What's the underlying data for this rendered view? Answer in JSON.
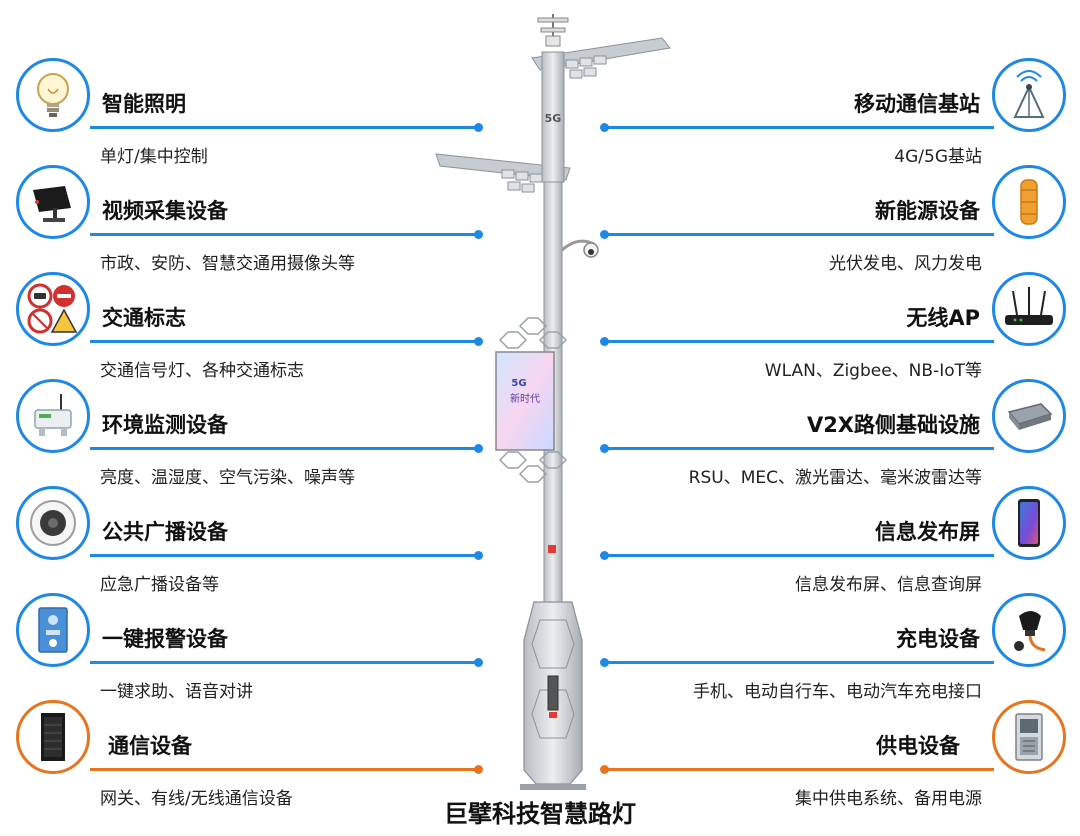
{
  "features": [
    {
      "id": "lighting",
      "side": "left",
      "color": "blue",
      "icon": "lightbulb-icon",
      "title": "智能照明",
      "subtitle": "单灯/集中控制"
    },
    {
      "id": "camera",
      "side": "left",
      "color": "blue",
      "icon": "camera-icon",
      "title": "视频采集设备",
      "subtitle": "市政、安防、智慧交通用摄像头等"
    },
    {
      "id": "traffic-sign",
      "side": "left",
      "color": "blue",
      "icon": "traffic-sign-icon",
      "title": "交通标志",
      "subtitle": "交通信号灯、各种交通标志"
    },
    {
      "id": "environment",
      "side": "left",
      "color": "blue",
      "icon": "sensor-icon",
      "title": "环境监测设备",
      "subtitle": "亮度、温湿度、空气污染、噪声等"
    },
    {
      "id": "broadcast",
      "side": "left",
      "color": "blue",
      "icon": "speaker-icon",
      "title": "公共广播设备",
      "subtitle": "应急广播设备等"
    },
    {
      "id": "alarm",
      "side": "left",
      "color": "blue",
      "icon": "alarm-panel-icon",
      "title": "一键报警设备",
      "subtitle": "一键求助、语音对讲"
    },
    {
      "id": "communication",
      "side": "left",
      "color": "orange",
      "icon": "server-cabinet-icon",
      "title": "通信设备",
      "subtitle": "网关、有线/无线通信设备"
    },
    {
      "id": "base-station",
      "side": "right",
      "color": "blue",
      "icon": "antenna-icon",
      "title": "移动通信基站",
      "subtitle": "4G/5G基站"
    },
    {
      "id": "new-energy",
      "side": "right",
      "color": "blue",
      "icon": "wind-turbine-icon",
      "title": "新能源设备",
      "subtitle": "光伏发电、风力发电"
    },
    {
      "id": "wireless-ap",
      "side": "right",
      "color": "blue",
      "icon": "router-icon",
      "title": "无线AP",
      "subtitle": "WLAN、Zigbee、NB-IoT等"
    },
    {
      "id": "v2x",
      "side": "right",
      "color": "blue",
      "icon": "roadside-unit-icon",
      "title": "V2X路侧基础设施",
      "subtitle": "RSU、MEC、激光雷达、毫米波雷达等"
    },
    {
      "id": "info-screen",
      "side": "right",
      "color": "blue",
      "icon": "display-screen-icon",
      "title": "信息发布屏",
      "subtitle": "信息发布屏、信息查询屏"
    },
    {
      "id": "charging",
      "side": "right",
      "color": "blue",
      "icon": "charging-plug-icon",
      "title": "充电设备",
      "subtitle": "手机、电动自行车、电动汽车充电接口"
    },
    {
      "id": "power-supply",
      "side": "right",
      "color": "orange",
      "icon": "power-cabinet-icon",
      "title": "供电设备",
      "subtitle": "集中供电系统、备用电源"
    }
  ],
  "pole": {
    "badge": "5G",
    "screen_badge": "5G",
    "screen_text": "新时代"
  },
  "bottom_title": "巨擘科技智慧路灯",
  "colors": {
    "blue": "#1e88e5",
    "orange": "#e8741e"
  }
}
